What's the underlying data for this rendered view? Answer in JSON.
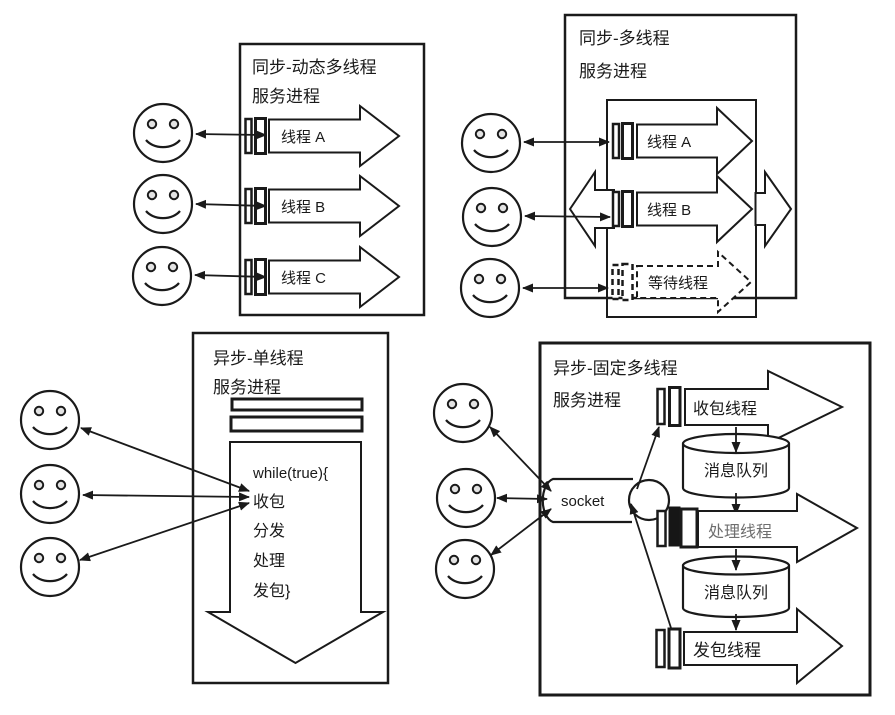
{
  "colors": {
    "ink": "#1a1a1a",
    "background": "#ffffff"
  },
  "panels": {
    "sync_dynamic": {
      "title_line1": "同步-动态多线程",
      "title_line2": "服务进程",
      "threads": [
        {
          "label": "线程 A"
        },
        {
          "label": "线程 B"
        },
        {
          "label": "线程 C"
        }
      ]
    },
    "sync_multi": {
      "title_line1": "同步-多线程",
      "title_line2": "服务进程",
      "threads": [
        {
          "label": "线程 A"
        },
        {
          "label": "线程 B"
        }
      ],
      "waiting_thread_label": "等待线程"
    },
    "async_single": {
      "title_line1": "异步-单线程",
      "title_line2": "服务进程",
      "loop": [
        "while(true){",
        "收包",
        "分发",
        "处理",
        "发包}"
      ]
    },
    "async_fixed": {
      "title_line1": "异步-固定多线程",
      "title_line2": "服务进程",
      "socket_label": "socket",
      "recv_thread_label": "收包线程",
      "queue1_label": "消息队列",
      "proc_thread_label": "处理线程",
      "queue2_label": "消息队列",
      "send_thread_label": "发包线程"
    }
  }
}
